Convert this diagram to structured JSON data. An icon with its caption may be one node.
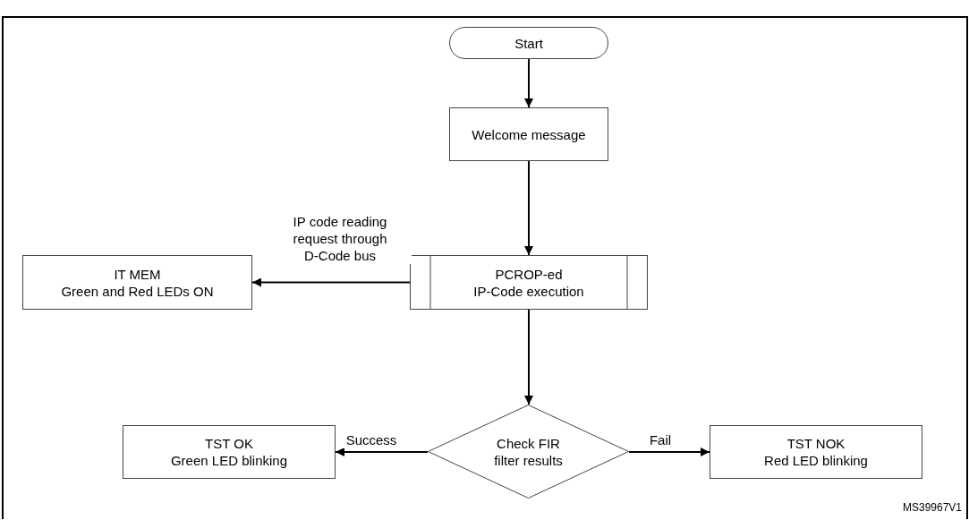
{
  "diagram": {
    "nodes": [
      {
        "text": [
          "Start"
        ]
      },
      {
        "text": [
          "Welcome message"
        ]
      },
      {
        "text": [
          "PCROP-ed IP-Code execution"
        ]
      },
      {
        "text": [
          "IT MEM Green and Red LEDs ON"
        ]
      },
      {
        "text": [
          "Check FIR filter results"
        ]
      },
      {
        "text": [
          "TST OK Green LED blinking"
        ]
      },
      {
        "text": [
          "TST NOK Red LED blinking"
        ]
      }
    ],
    "edges": [
      {
        "from": 0,
        "to": 1,
        "arrow": "to"
      },
      {
        "from": 1,
        "to": 2,
        "arrow": "to"
      },
      {
        "from": 2,
        "to": 3,
        "arrow": "to",
        "label": "IP code reading request through D-Code bus"
      },
      {
        "from": 2,
        "to": 4,
        "arrow": "to"
      },
      {
        "from": 4,
        "to": 5,
        "arrow": "to",
        "label": "Success"
      },
      {
        "from": 4,
        "to": 6,
        "arrow": "to",
        "label": "Fail"
      }
    ],
    "labels": [
      "MS39967V1"
    ]
  }
}
